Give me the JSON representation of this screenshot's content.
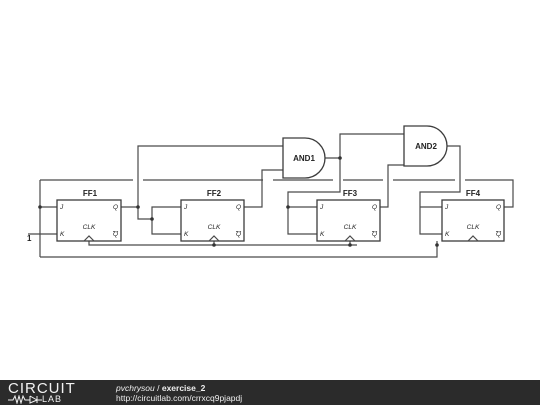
{
  "diagram": {
    "flip_flops": [
      {
        "id": "ff1",
        "title": "FF1"
      },
      {
        "id": "ff2",
        "title": "FF2"
      },
      {
        "id": "ff3",
        "title": "FF3"
      },
      {
        "id": "ff4",
        "title": "FF4"
      }
    ],
    "pins": {
      "j": "J",
      "k": "K",
      "q": "Q",
      "qbar": "Q",
      "clk": "CLK"
    },
    "gates": [
      {
        "id": "and1",
        "label": "AND1"
      },
      {
        "id": "and2",
        "label": "AND2"
      }
    ],
    "input_label": "1"
  },
  "footer": {
    "logo_top": "CIRCUIT",
    "logo_bottom": "LAB",
    "user": "pvchrysou",
    "separator": " / ",
    "project": "exercise_2",
    "url": "http://circuitlab.com/crrxcq9pjapdj"
  }
}
